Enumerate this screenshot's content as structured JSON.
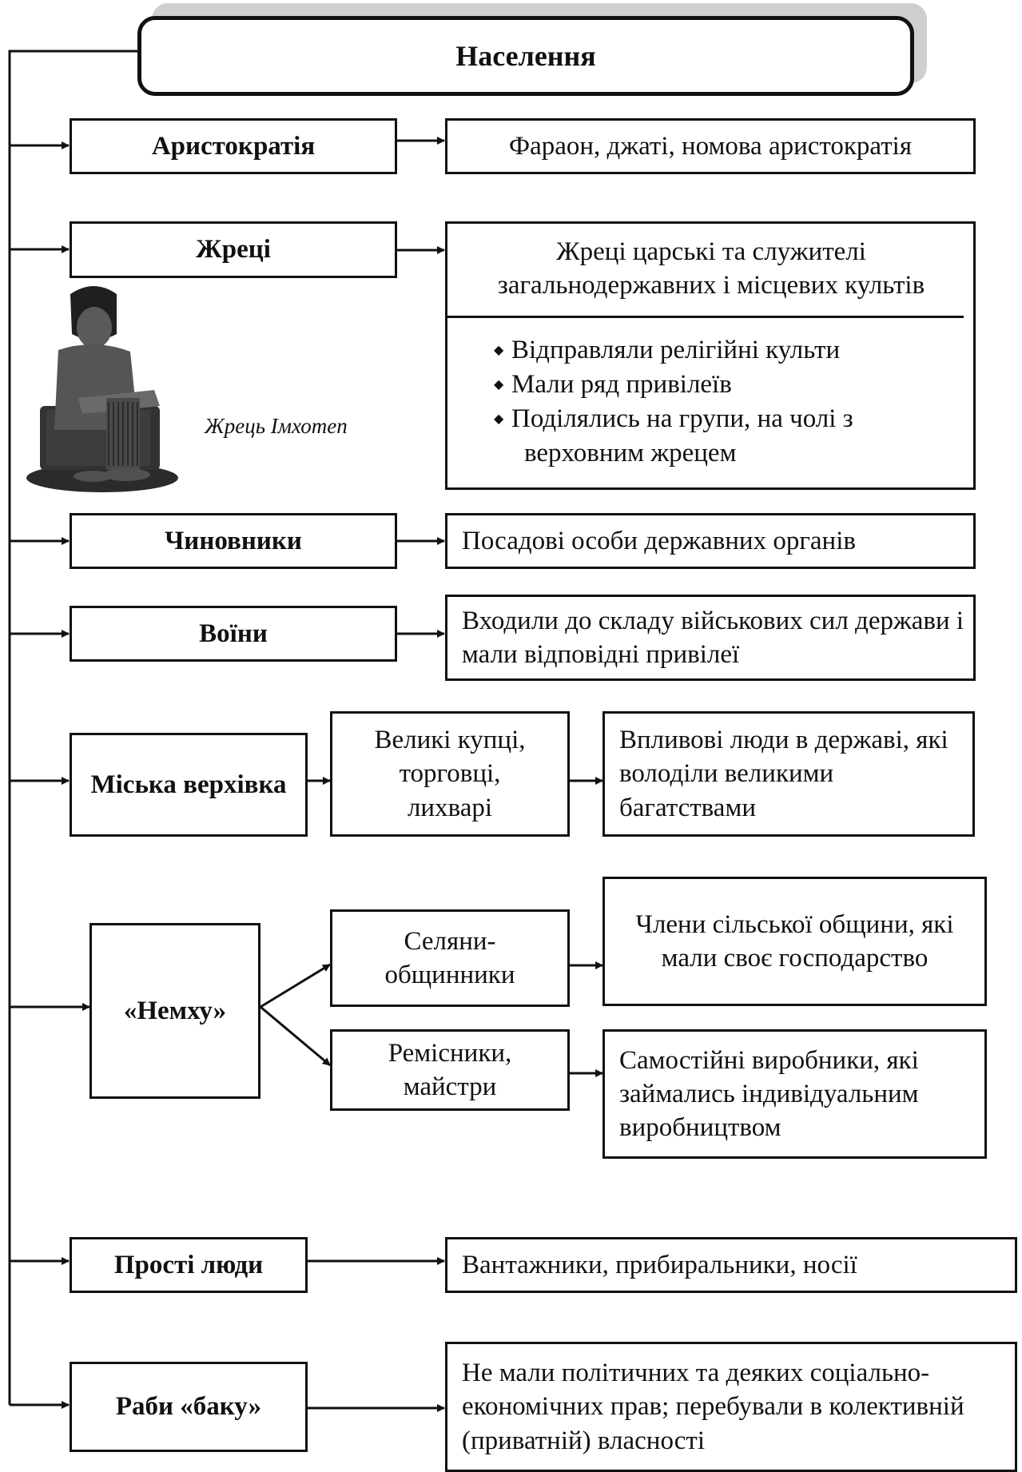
{
  "title": "Населення",
  "aristocracy": {
    "label": "Аристократія",
    "desc": "Фараон, джаті, номова аристократія"
  },
  "priests": {
    "label": "Жреці",
    "desc": "Жреці царські та служителі загальнодержавних і місцевих культів",
    "bullets": [
      "Відправляли релігійні культи",
      "Мали ряд привілеїв",
      "Поділялись на групи, на чолі з",
      "верховним жрецем"
    ],
    "image_caption": "Жрець Імхотеп"
  },
  "officials": {
    "label": "Чиновники",
    "desc": "Посадові особи державних органів"
  },
  "warriors": {
    "label": "Воїни",
    "desc": "Входили до складу військових сил держави і мали відповідні привілеї"
  },
  "urban_elite": {
    "label": "Міська верхівка",
    "members": "Великі купці, торговці, лихварі",
    "desc": "Впливові люди в державі, які володіли великими багатствами"
  },
  "nemkhu": {
    "label": "«Немху»",
    "peasants": {
      "label": "Селяни-общинники",
      "desc": "Члени сільської общини, які мали своє господарство"
    },
    "artisans": {
      "label": "Ремісники, майстри",
      "desc": "Самостійні виробники, які займались індивідуальним виробництвом"
    }
  },
  "commoners": {
    "label": "Прості люди",
    "desc": "Вантажники, прибиральники, носії"
  },
  "slaves": {
    "label": "Раби «баку»",
    "desc": "Не мали політичних та деяких соціально-економічних прав; перебували в колективній (приватній) власності"
  }
}
